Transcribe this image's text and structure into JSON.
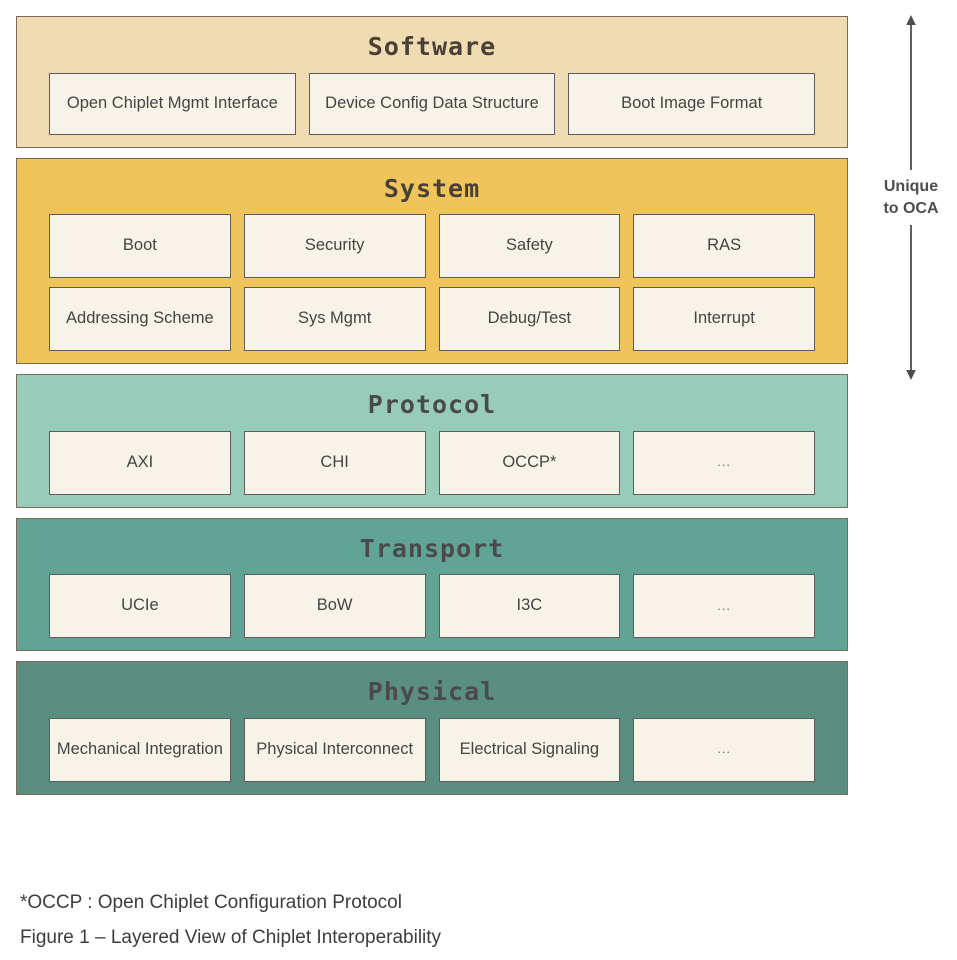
{
  "figure": {
    "layers": [
      {
        "id": "software",
        "title": "Software",
        "rows": [
          [
            {
              "label": "Open Chiplet Mgmt Interface"
            },
            {
              "label": "Device Config Data Structure"
            },
            {
              "label": "Boot Image Format"
            }
          ]
        ],
        "color": "#efdcb2"
      },
      {
        "id": "system",
        "title": "System",
        "rows": [
          [
            {
              "label": "Boot"
            },
            {
              "label": "Security"
            },
            {
              "label": "Safety"
            },
            {
              "label": "RAS"
            }
          ],
          [
            {
              "label": "Addressing Scheme"
            },
            {
              "label": "Sys Mgmt"
            },
            {
              "label": "Debug/Test"
            },
            {
              "label": "Interrupt"
            }
          ]
        ],
        "color": "#eec45b"
      },
      {
        "id": "protocol",
        "title": "Protocol",
        "rows": [
          [
            {
              "label": "AXI"
            },
            {
              "label": "CHI"
            },
            {
              "label": "OCCP*"
            },
            {
              "label": "..."
            }
          ]
        ],
        "color": "#97ccbb"
      },
      {
        "id": "transport",
        "title": "Transport",
        "rows": [
          [
            {
              "label": "UCIe"
            },
            {
              "label": "BoW"
            },
            {
              "label": "I3C"
            },
            {
              "label": "..."
            }
          ]
        ],
        "color": "#61a395"
      },
      {
        "id": "physical",
        "title": "Physical",
        "rows": [
          [
            {
              "label": "Mechanical Integration"
            },
            {
              "label": "Physical Interconnect"
            },
            {
              "label": "Electrical Signaling"
            },
            {
              "label": "..."
            }
          ]
        ],
        "color": "#5a8e80"
      }
    ],
    "annotation": {
      "label": "Unique\nto OCA",
      "icon": "double-headed-vertical-arrow",
      "color": "#4d4d4d"
    },
    "captions": {
      "footnote": "*OCCP : Open Chiplet Configuration Protocol",
      "figure_caption": "Figure 1 – Layered View of Chiplet Interoperability"
    },
    "palette": {
      "cell_fill": "#f7f3e8",
      "cell_border": "#5c5c5c",
      "layer_border": "#7a6a55",
      "text": "#444444"
    }
  }
}
